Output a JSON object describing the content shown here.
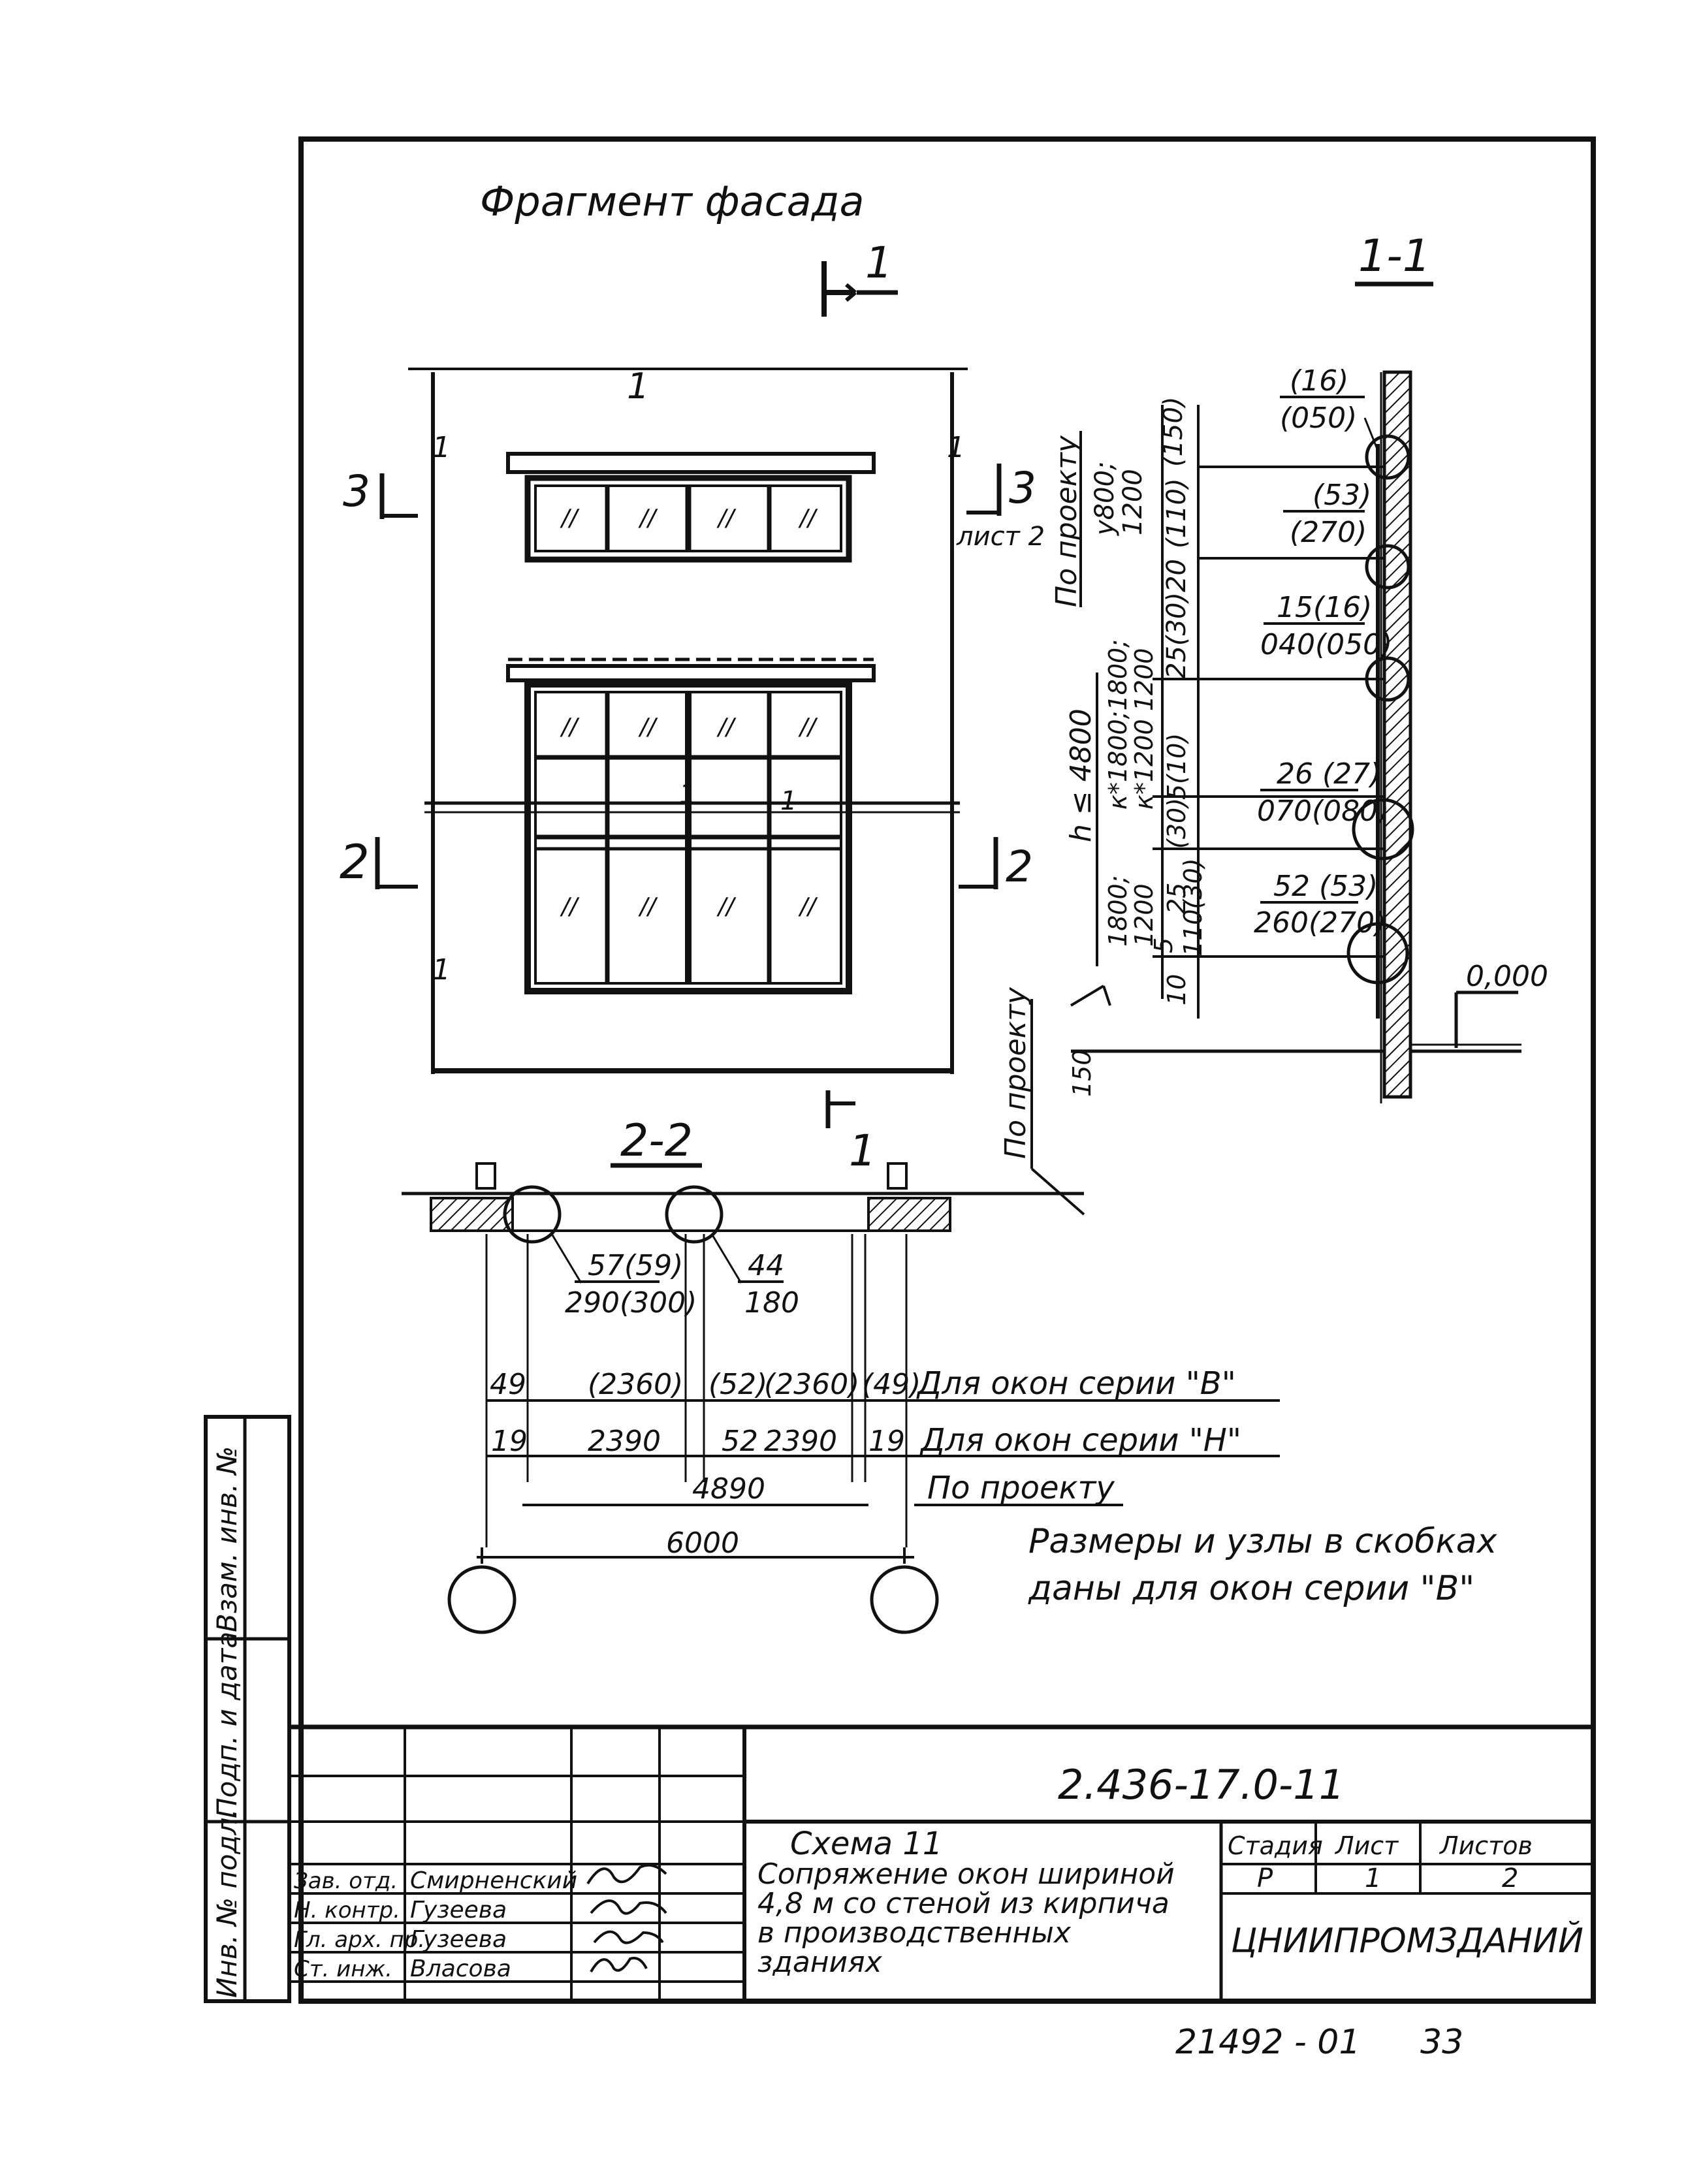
{
  "sheet": {
    "facade_title": "Фрагмент фасада",
    "section_1_1": "1-1",
    "section_2_2": "2-2",
    "cut_1": "1",
    "cut_2": "2",
    "cut_3": "3",
    "sheet_ref": "лист 2",
    "note_line1": "Размеры и узлы в скобках",
    "note_line2": "даны для окон серии \"В\""
  },
  "facade": {
    "axis_label_top": "1",
    "axis_label_mid": "1",
    "axis_label_bot": "1",
    "axis_label_right": "1",
    "mid_marks": [
      "1",
      "1"
    ],
    "pane_mark": "//"
  },
  "section_1_1": {
    "nodes": [
      {
        "top": "(16)",
        "bottom": "(050)"
      },
      {
        "top": "(53)",
        "bottom": "(270)"
      },
      {
        "top": "15(16)",
        "bottom": "040(050)"
      },
      {
        "top": "26 (27)",
        "bottom": "070(080)"
      },
      {
        "top": "52 (53)",
        "bottom": "260(270)"
      }
    ],
    "dims_left": [
      "(150)",
      "(110)",
      "25(30)20",
      "5(10)",
      "(30)",
      "25",
      "5",
      "110(30)",
      "10"
    ],
    "label_h": "h ≤ 4800",
    "label_sizes1": "к*1800;1800;",
    "label_sizes2": "к*1200 1200",
    "label_1800": "1800;",
    "label_1200": "1200",
    "label_y": "у800;",
    "label_y2": "1200",
    "by_project_top": "По проекту",
    "by_project_bottom": "По проекту",
    "level": "0,000",
    "dim_150": "150"
  },
  "section_2_2": {
    "node_left_top": "57(59)",
    "node_left_bottom": "290(300)",
    "node_mid_top": "44",
    "node_mid_bottom": "180",
    "row_b": {
      "values": [
        "49",
        "(2360)",
        "(52)",
        "(2360)",
        "(49)"
      ],
      "label": "Для окон серии \"В\""
    },
    "row_n": {
      "values": [
        "19",
        "2390",
        "52",
        "2390",
        "19"
      ],
      "label": "Для окон серии \"Н\""
    },
    "row_project": {
      "value": "4890",
      "label": "По проекту"
    },
    "row_total": {
      "value": "6000"
    }
  },
  "stamp": {
    "designation": "2.436-17.0-11",
    "title_line1": "Схема 11",
    "title_line2": "Сопряжение окон шириной",
    "title_line3": "4,8 м со стеной из кирпича",
    "title_line4": "в производственных",
    "title_line5": "зданиях",
    "stage_hdr": "Стадия",
    "sheet_hdr": "Лист",
    "sheets_hdr": "Листов",
    "stage": "Р",
    "sheet": "1",
    "sheets": "2",
    "org": "ЦНИИПРОМЗДАНИЙ",
    "roles": [
      "Зав. отд.",
      "Н. контр.",
      "Гл. арх. пр.",
      "Ст. инж."
    ],
    "names": [
      "Смирненский",
      "Гузеева",
      "Гузеева",
      "Власова"
    ],
    "side_labels": [
      "Инв. № подл.",
      "Подп. и дата",
      "Взам. инв. №"
    ]
  },
  "footer": {
    "code": "21492 - 01",
    "page": "33"
  }
}
